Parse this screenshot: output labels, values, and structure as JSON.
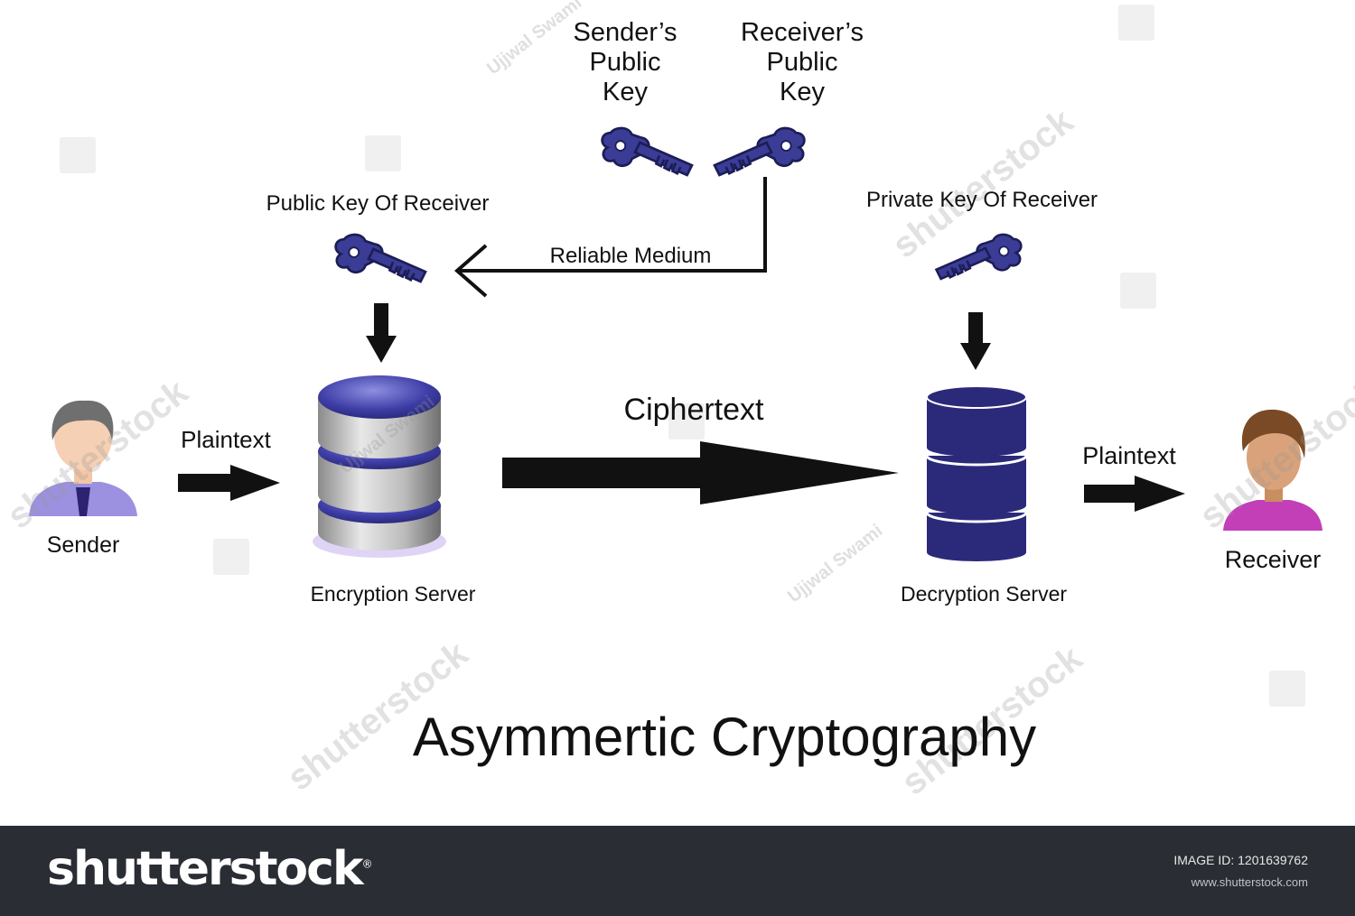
{
  "title": "Asymmertic Cryptography",
  "keys": {
    "sender_public": "Sender’s\nPublic\nKey",
    "receiver_public": "Receiver’s\nPublic\nKey",
    "public_of_receiver": "Public Key Of Receiver",
    "private_of_receiver": "Private Key Of Receiver"
  },
  "medium_label": "Reliable Medium",
  "sender": {
    "label": "Sender"
  },
  "receiver": {
    "label": "Receiver"
  },
  "plaintext_in": "Plaintext",
  "plaintext_out": "Plaintext",
  "ciphertext": "Ciphertext",
  "encryption_server": "Encryption Server",
  "decryption_server": "Decryption Server",
  "watermarks": {
    "brand": "shutterstock",
    "author": "Ujjwal Swami"
  },
  "footer": {
    "brand": "shutterstock",
    "image_id": "IMAGE ID: 1201639762",
    "site": "www.shutterstock.com"
  },
  "colors": {
    "key_blue": "#35378f",
    "server_navy": "#2b2a7a",
    "sender_shirt": "#9b91e0",
    "receiver_shirt": "#c23fb8",
    "footer_bg": "#2a2d33"
  }
}
